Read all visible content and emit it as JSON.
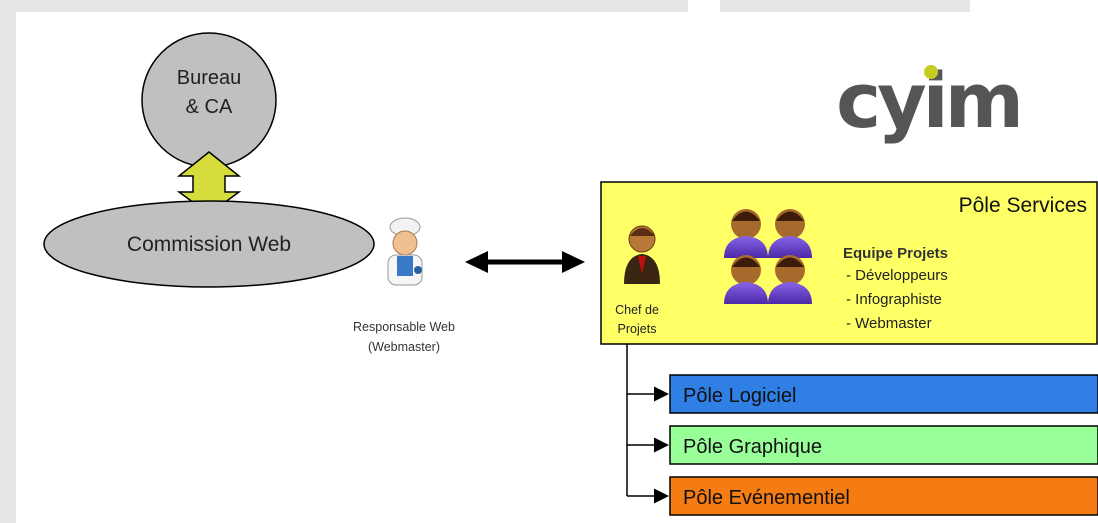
{
  "top_node": {
    "line1": "Bureau",
    "line2": "& CA"
  },
  "commission": {
    "label": "Commission Web"
  },
  "webmaster": {
    "line1": "Responsable Web",
    "line2": "(Webmaster)"
  },
  "logo": {
    "text": "cyim"
  },
  "services": {
    "title": "Pôle Services",
    "chef_line1": "Chef de",
    "chef_line2": "Projets",
    "team_title": "Equipe Projets",
    "team_items": [
      "- Développeurs",
      "- Infographiste",
      "- Webmaster"
    ]
  },
  "poles": [
    {
      "label": "Pôle Logiciel",
      "color": "#2f7fe4"
    },
    {
      "label": "Pôle Graphique",
      "color": "#99ff99"
    },
    {
      "label": "Pôle Evénementiel",
      "color": "#f47c12"
    }
  ],
  "colors": {
    "ellipse": "#c0c0c0",
    "double_arrow": "#d6dc3c",
    "services_box": "#ffff66",
    "person_suit": "#6a3fc8",
    "person_skin": "#a66a2c"
  }
}
